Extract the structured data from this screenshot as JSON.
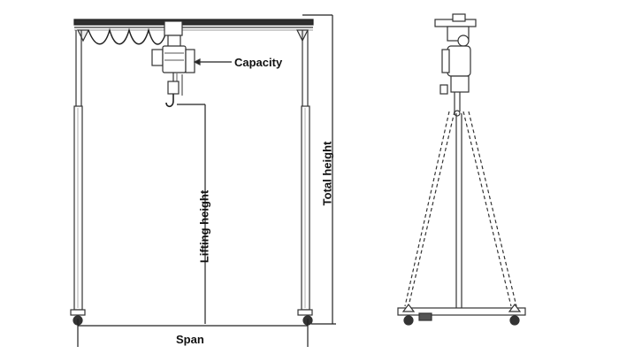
{
  "labels": {
    "capacity": "Capacity",
    "span": "Span",
    "lifting_height": "Lifting height",
    "total_height": "Total height"
  }
}
